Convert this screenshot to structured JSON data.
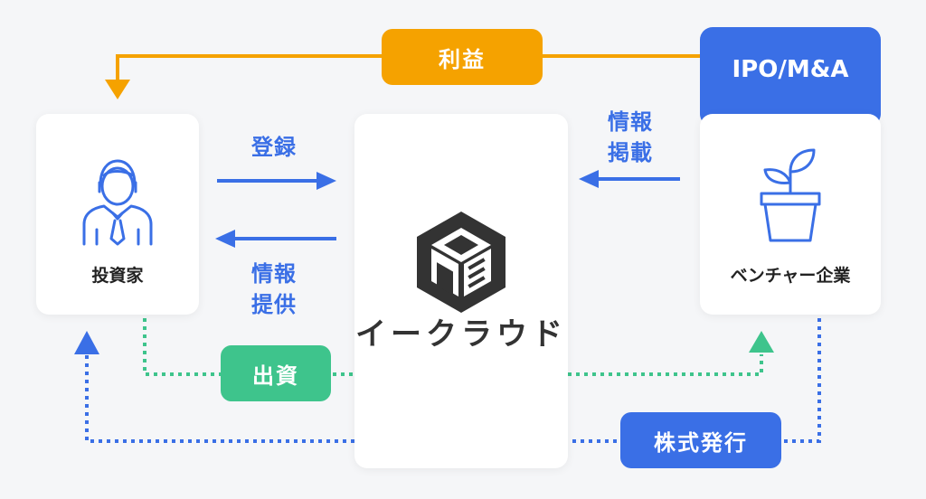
{
  "diagram": {
    "investor": {
      "label": "投資家"
    },
    "platform": {
      "name": "イークラウド"
    },
    "venture": {
      "label": "ベンチャー企業",
      "exit_label": "IPO/M&A"
    },
    "flows": {
      "profit": "利益",
      "register": "登録",
      "info_provide": [
        "情報",
        "提供"
      ],
      "info_post": [
        "情報",
        "掲載"
      ],
      "investment": "出資",
      "stock_issue": "株式発行"
    },
    "colors": {
      "orange": "#f5a200",
      "blue": "#3a6fe6",
      "green": "#3ec48c",
      "dark": "#333333"
    }
  }
}
